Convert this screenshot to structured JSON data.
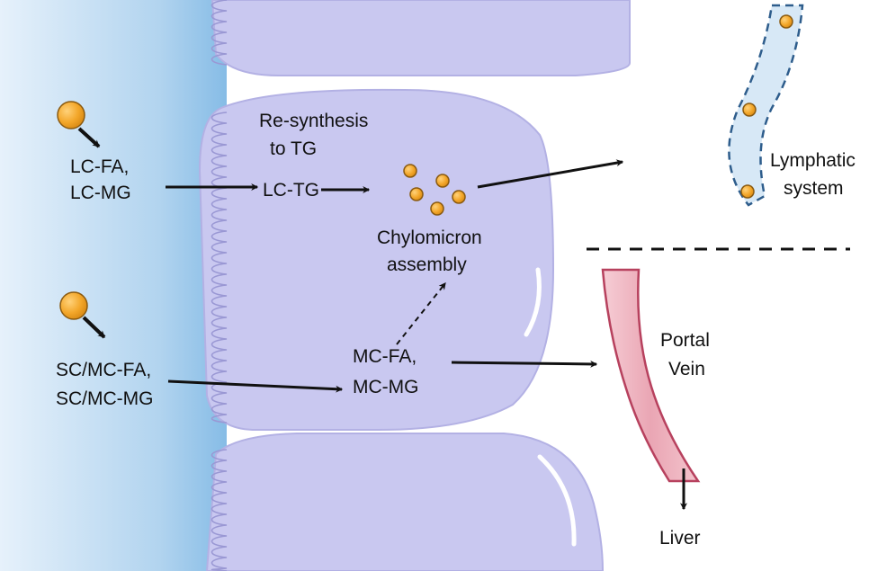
{
  "labels": {
    "lc_fa": "LC-FA,",
    "lc_mg": "LC-MG",
    "resynthesis_line1": "Re-synthesis",
    "resynthesis_line2": "to TG",
    "lc_tg": "LC-TG",
    "chylomicron_line1": "Chylomicron",
    "chylomicron_line2": "assembly",
    "sc_mc_fa": "SC/MC-FA,",
    "sc_mc_mg": "SC/MC-MG",
    "mc_fa": "MC-FA,",
    "mc_mg": "MC-MG",
    "lymphatic_line1": "Lymphatic",
    "lymphatic_line2": "system",
    "portal_line1": "Portal",
    "portal_line2": "Vein",
    "liver": "Liver"
  },
  "colors": {
    "lumen_blue": "#8cc0e6",
    "cell_lavender": "#c7c6ef",
    "cell_outline": "#b3b1e4",
    "lipid_droplet": "#f3a72a",
    "lymph_fill": "#d7e8f6",
    "lymph_border": "#2e5d8c",
    "vein_fill": "#efb8c3",
    "vein_border": "#b7415e"
  }
}
